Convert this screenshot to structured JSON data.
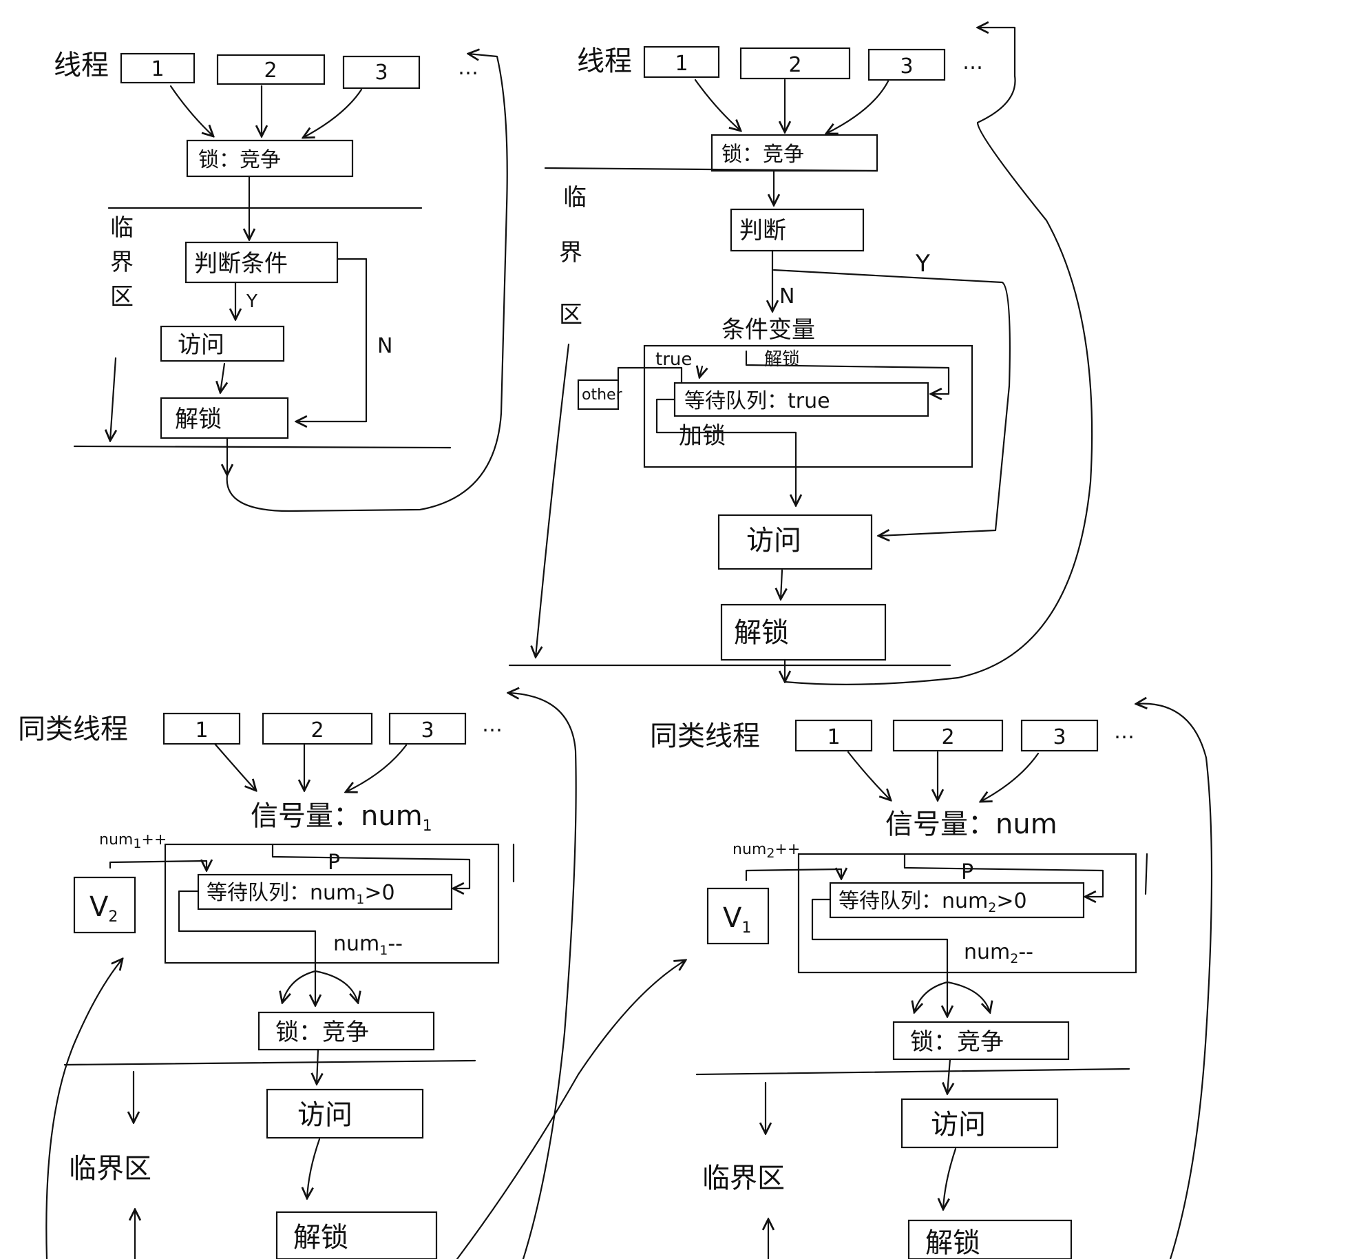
{
  "q1": {
    "threads_label": "线程",
    "thread_1": "1",
    "thread_2": "2",
    "thread_3": "3",
    "more": "…",
    "lock": "锁：竞争",
    "critical": "临界区",
    "judge": "判断条件",
    "yes": "Y",
    "no": "N",
    "access": "访问",
    "unlock": "解锁"
  },
  "q2": {
    "threads_label": "线程",
    "thread_1": "1",
    "thread_2": "2",
    "thread_3": "3",
    "more": "…",
    "lock": "锁：竞争",
    "critical": "临界区",
    "judge": "判断",
    "yes": "Y",
    "no": "N",
    "cond_var": "条件变量",
    "true_label": "true",
    "unlock_small": "解锁",
    "other": "other",
    "waitq": "等待队列：true",
    "add_lock": "加锁",
    "access": "访问",
    "unlock": "解锁"
  },
  "q3": {
    "group_label": "同类线程",
    "thread_1": "1",
    "thread_2": "2",
    "thread_3": "3",
    "more": "…",
    "sem": "信号量：num",
    "sem_sub": "1",
    "inc": "num",
    "inc_sub": "1",
    "inc_suffix": "++",
    "v_label": "V",
    "v_sub": "2",
    "p_label": "P",
    "waitq": "等待队列：num",
    "waitq_sub": "1",
    "waitq_suffix": ">0",
    "dec": "num",
    "dec_sub": "1",
    "dec_suffix": "--",
    "lock": "锁：竞争",
    "critical": "临界区",
    "access": "访问",
    "unlock": "解锁"
  },
  "q4": {
    "group_label": "同类线程",
    "thread_1": "1",
    "thread_2": "2",
    "thread_3": "3",
    "more": "…",
    "sem": "信号量：num",
    "inc": "num",
    "inc_sub": "2",
    "inc_suffix": "++",
    "v_label": "V",
    "v_sub": "1",
    "p_label": "P",
    "waitq": "等待队列：num",
    "waitq_sub": "2",
    "waitq_suffix": ">0",
    "dec": "num",
    "dec_sub": "2",
    "dec_suffix": "--",
    "lock": "锁：竞争",
    "critical": "临界区",
    "access": "访问",
    "unlock": "解锁"
  }
}
